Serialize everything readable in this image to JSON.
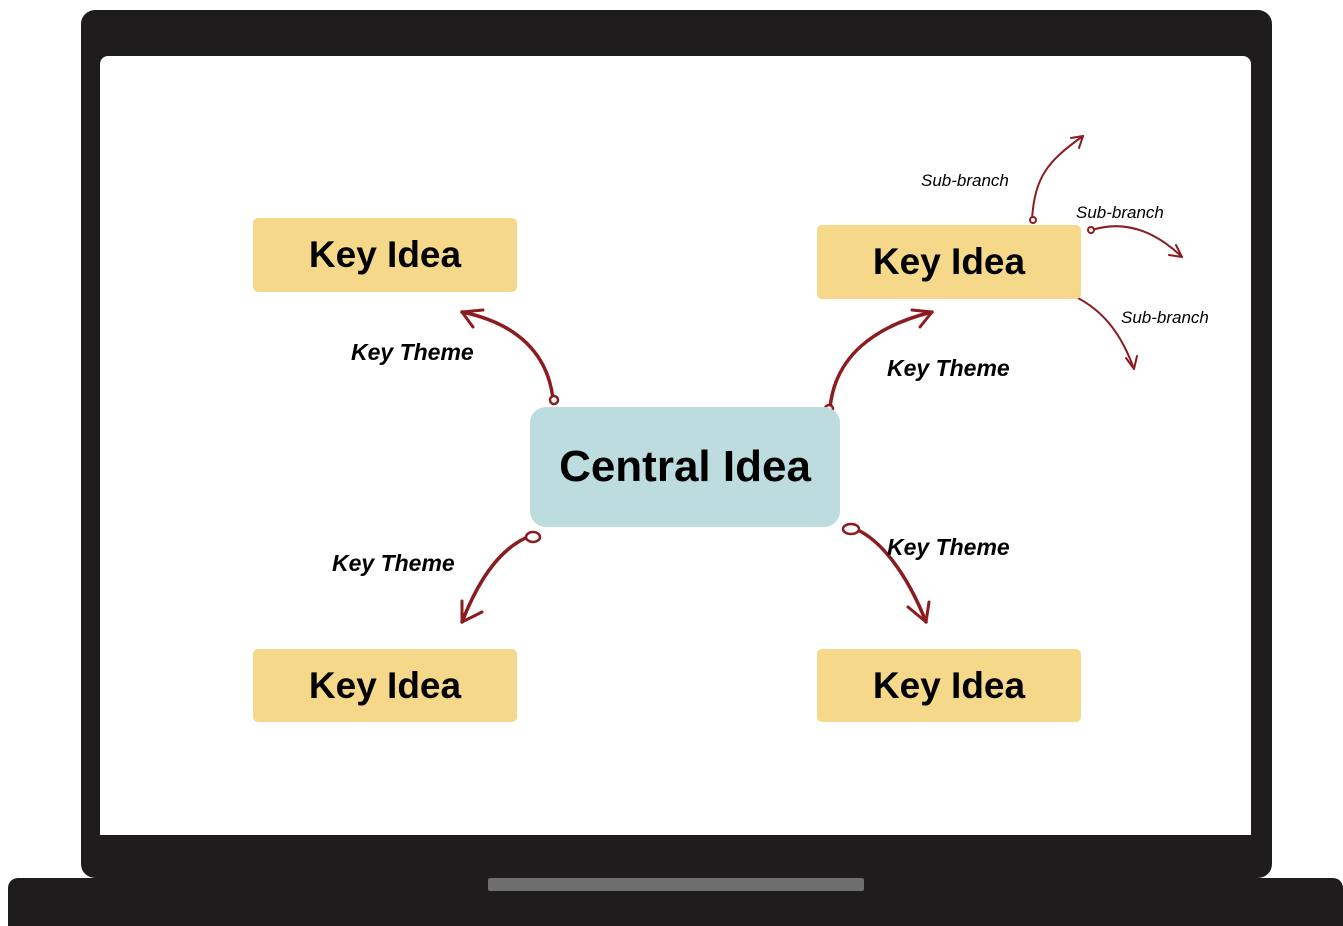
{
  "central": {
    "label": "Central Idea"
  },
  "key_ideas": [
    {
      "label": "Key Idea"
    },
    {
      "label": "Key Idea"
    },
    {
      "label": "Key Idea"
    },
    {
      "label": "Key Idea"
    }
  ],
  "themes": [
    {
      "label": "Key Theme"
    },
    {
      "label": "Key Theme"
    },
    {
      "label": "Key Theme"
    },
    {
      "label": "Key Theme"
    }
  ],
  "sub_branches": [
    {
      "label": "Sub-branch"
    },
    {
      "label": "Sub-branch"
    },
    {
      "label": "Sub-branch"
    }
  ],
  "colors": {
    "central_fill": "#bddcdf",
    "key_idea_fill": "#f5d88a",
    "connector": "#8b1c1f",
    "device": "#1e1c1c"
  }
}
